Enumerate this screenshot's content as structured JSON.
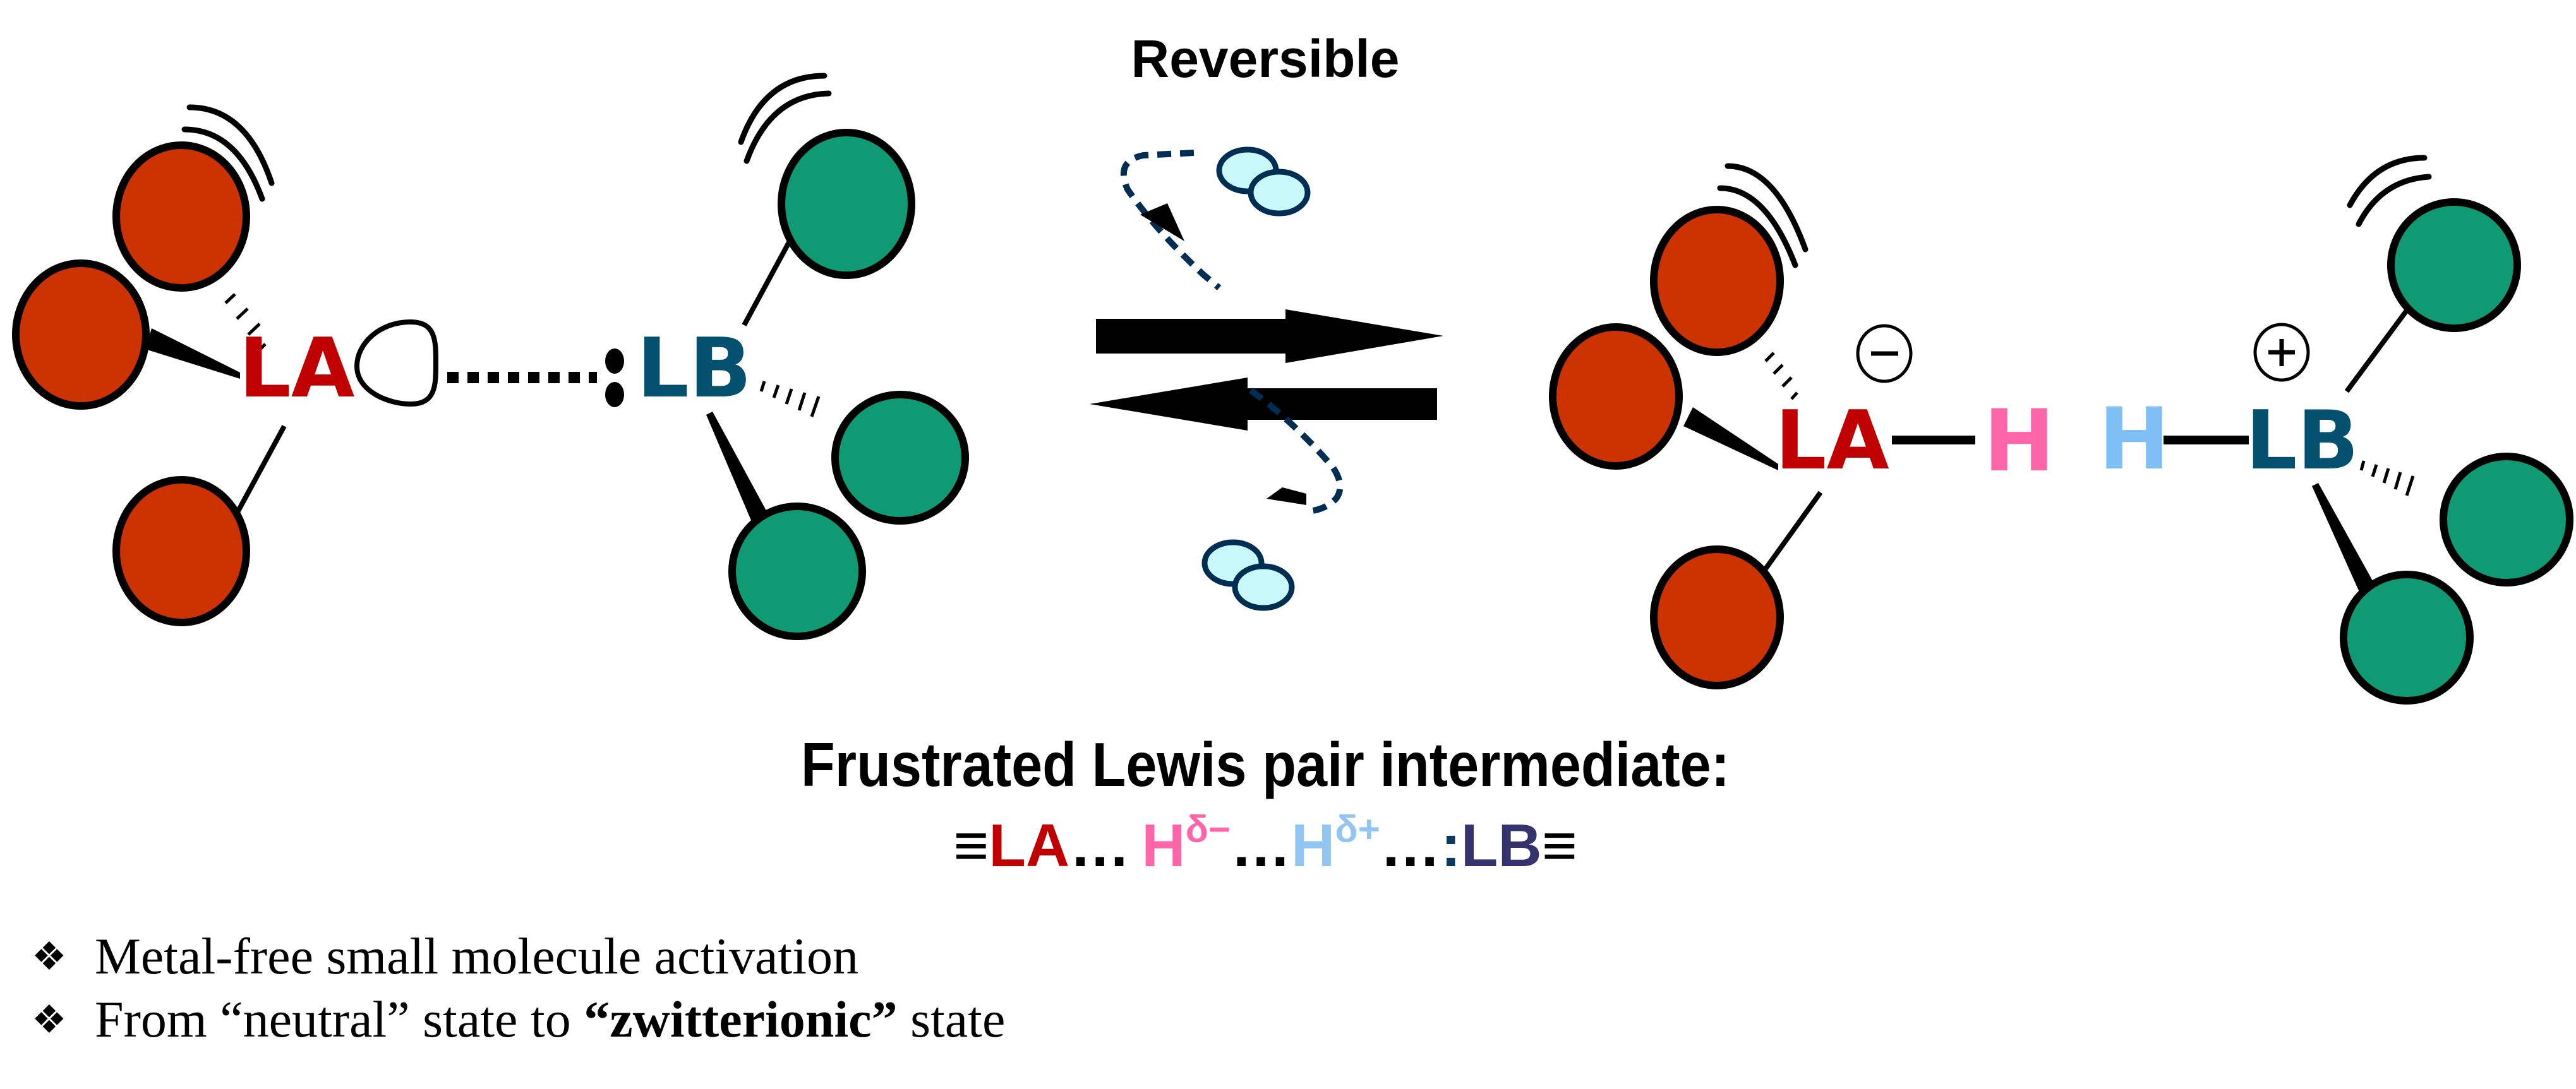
{
  "title": "Reversible",
  "left_complex": {
    "acid_label": "LA",
    "base_label": "LB",
    "acid_color": "#C00000",
    "base_color": "#03506F"
  },
  "right_complex": {
    "acid_label": "LA",
    "hydride_label": "H",
    "proton_label": "H",
    "base_label": "LB",
    "minus_charge": "−",
    "plus_charge": "+",
    "hydride_color": "#FF66AA",
    "proton_color": "#7FBFF5"
  },
  "substituent_colors": {
    "acid": "#CC3300",
    "base": "#109A74",
    "h2": "#C8F8FA",
    "h2_outline": "#002D52"
  },
  "intermediate": {
    "heading": "Frustrated Lewis pair intermediate:",
    "formula": {
      "prefix": "≡",
      "la": "LA",
      "dots1": "…",
      "h1": "H",
      "h1_sup": "δ−",
      "dots2": "…",
      "h2": "H",
      "h2_sup": "δ+",
      "dots3": "…",
      "colon": ":",
      "lb": "LB",
      "suffix": "≡"
    },
    "lb_color": "#35336E"
  },
  "bullets": [
    {
      "glyph": "❖",
      "text": "Metal-free small molecule activation"
    },
    {
      "glyph": "❖",
      "pre": "From “neutral” state to ",
      "bold": "“zwitterionic”",
      "post": " state"
    }
  ]
}
